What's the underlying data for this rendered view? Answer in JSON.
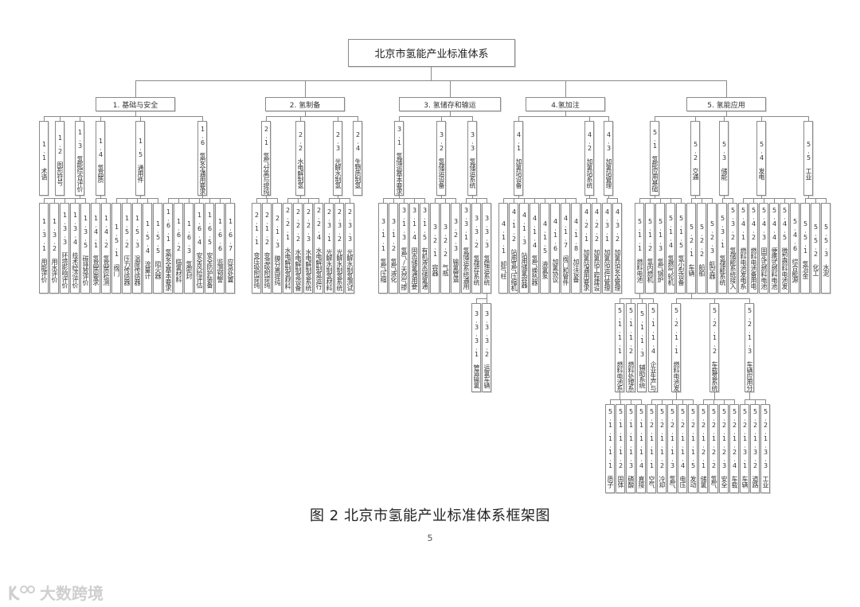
{
  "root": {
    "id": "root",
    "label": "北京市氢能产业标准体系"
  },
  "categories": [
    {
      "label": "1. 基础与安全",
      "children": [
        {
          "label": "1.1 术语",
          "children": []
        },
        {
          "label": "1.2 图形符号",
          "children": []
        },
        {
          "label": "1.3 氢能综合评价",
          "children": [
            "1.3.1 用能评价",
            "1.3.2 用水评价",
            "1.3.3 环境影响评价",
            "1.3.4 技术经济评价",
            "1.3.5 碳排放评价"
          ]
        },
        {
          "label": "1.4 氢品质",
          "children": [
            "1.4.1 氢品质要求",
            "1.4.2 氢品质检测"
          ]
        },
        {
          "label": "1.5 通用件",
          "children": [
            "1.5.1 阀门",
            "1.5.2 压力传感器",
            "1.5.3 温度传感器",
            "1.5.4 流量计",
            "1.5.5 阻火器"
          ]
        },
        {
          "label": "1.6 氢安全通用要求",
          "children": [
            "1.6.1 氢安全基本要求",
            "1.6.2 临氢材料",
            "1.6.3 氢密封",
            "1.6.4 安全风险评估",
            "1.6.5 安全防护装备",
            "1.6.6 监测预警",
            "1.6.7 应急处置"
          ]
        }
      ]
    },
    {
      "label": "2. 氢制备",
      "children": [
        {
          "label": "2.1 氢气分离与提纯",
          "children": [
            "2.1.1 变压吸附提纯",
            "2.1.2 变温吸附提纯",
            "2.1.3 膜分离提纯"
          ]
        },
        {
          "label": "2.2 水电解制氢",
          "children": [
            "2.2.1 水电解制氢材料和零部件",
            "2.2.2 水电解制氢设备",
            "2.2.3 水电解制氢系统",
            "2.2.4 水电解制氢运行管理"
          ]
        },
        {
          "label": "2.3 光解水制氢",
          "children": [
            "2.3.1 光解水制氢材料",
            "2.3.2 光解水制氢系统",
            "2.3.3 光解水制氢测试"
          ]
        },
        {
          "label": "2.4 生物质制氢",
          "children": []
        }
      ]
    },
    {
      "label": "3. 氢储存和输运",
      "children": [
        {
          "label": "3.1 氢储运基本要求",
          "children": [
            "3.1.1 氢气压缩",
            "3.1.2 氢气液化",
            "3.1.3 氢气/天然气掺混",
            "3.1.4 固态储氢通用要求",
            "3.1.5 有机液态储氢通用要求"
          ]
        },
        {
          "label": "3.2 氢储运设备",
          "children": [
            "3.2.1 容器",
            "3.2.2 气瓶",
            "3.2.3 输氢管道"
          ]
        },
        {
          "label": "3.3 氢储运系统",
          "children": [
            "3.3.1 氢储运系统通用要求",
            "3.3.2 氢储存系统",
            "3.3.3 氢输运系统"
          ]
        }
      ]
    },
    {
      "label": "4.氢加注",
      "children": [
        {
          "label": "4.1 加氢站设备",
          "children": [
            "4.1.1 卸气柱",
            "4.1.2 站用氢气压缩机",
            "4.1.3 站用储氢容器",
            "4.1.4 氢气换热器",
            "4.1.5 液氢泵",
            "4.1.6 加氢协议",
            "4.1.7 阀门和管件",
            "4.1.8 加注设备"
          ]
        },
        {
          "label": "4.2 加氢站系统",
          "children": [
            "4.2.1 加氢站通用要求",
            "4.2.2 加氢站工程建设"
          ]
        },
        {
          "label": "4.3 加氢站管理",
          "children": [
            "4.3.1 加氢站运行管理",
            "4.3.2 加氢站安全管理"
          ]
        }
      ]
    },
    {
      "label": "5. 氢能应用",
      "children": [
        {
          "label": "5.1 氢能应用基础",
          "children": [
            "5.1.1 燃料电池",
            "5.1.2 氢内燃机",
            "5.1.3 氢气锅炉",
            "5.1.4 氢燃气轮机",
            "5.1.5 氢小型设备"
          ]
        },
        {
          "label": "5.2 交通",
          "children": [
            "5.2.1 车辆",
            "5.2.2 船舶",
            "5.2.3 航空器"
          ]
        },
        {
          "label": "5.3 储能",
          "children": [
            "5.3.1 氢储能系统",
            "5.3.2 氢储能系统接入电网"
          ]
        },
        {
          "label": "5.4 发电",
          "children": [
            "5.4.1 燃料电池发电系统通用要求",
            "5.4.2 燃料电池备用电源",
            "5.4.3 固定式燃料电池发电系统",
            "5.4.4 便携式燃料电池发电系统",
            "5.4.5 微型燃料电池发电系统",
            "5.4.6 综合能源"
          ]
        },
        {
          "label": "5.5 工业",
          "children": [
            "5.5.1 氢冶金",
            "5.5.2 化工",
            "5.5.3 水泥"
          ]
        }
      ]
    }
  ],
  "level4": {
    "3.3.3": [
      "3.3.3.1 管道输氢",
      "3.3.3.2 运氢车辆"
    ],
    "5.1.1": [
      "5.1.1.1 燃料电池系统",
      "5.1.1.2 燃料处理系统",
      "5.1.1.3 辅助系统",
      "5.1.1.4 企业生产与管理"
    ],
    "5.2.1": [
      "5.2.1.1 燃料电池发动机系统",
      "5.2.1.2 车载氢系统",
      "5.2.1.3 车辆应用分类"
    ]
  },
  "level5": {
    "5.1.1.1": [
      "5.1.1.1.1 质子交换膜燃料电池",
      "5.1.1.1.2 固体氧化物燃料电池",
      "5.1.1.1.3 磷酸燃料电池",
      "5.1.1.1.4 直接甲醇燃料电池"
    ],
    "5.2.1.1": [
      "5.2.1.1.1 空气供给系统",
      "5.2.1.1.2 冷却系统",
      "5.2.1.1.3 氢气循环系统",
      "5.2.1.1.4 电压变换器",
      "5.2.1.1.5 发动机系统测试"
    ],
    "5.2.1.2": [
      "5.2.1.2.1 储氢模块",
      "5.2.1.2.2 氢气加注模块",
      "5.2.1.2.3 安全部件",
      "5.2.1.2.4 车载氢系统要求及测试"
    ],
    "5.2.1.3": [
      "5.2.1.3.1 车辆要求及测试",
      "5.2.1.3.2 道路车辆",
      "5.2.1.3.3 工业用车辆"
    ]
  },
  "caption": "图 2  北京市氢能产业标准体系框架图",
  "page_number": "5",
  "watermark": {
    "logo_text": "ιᴅᴅ",
    "text": "大数跨境"
  },
  "colors": {
    "line": "#8a8a8a",
    "box_border": "#8a8a8a",
    "text": "#333333",
    "background": "#ffffff",
    "watermark": "#cfcfcf"
  }
}
